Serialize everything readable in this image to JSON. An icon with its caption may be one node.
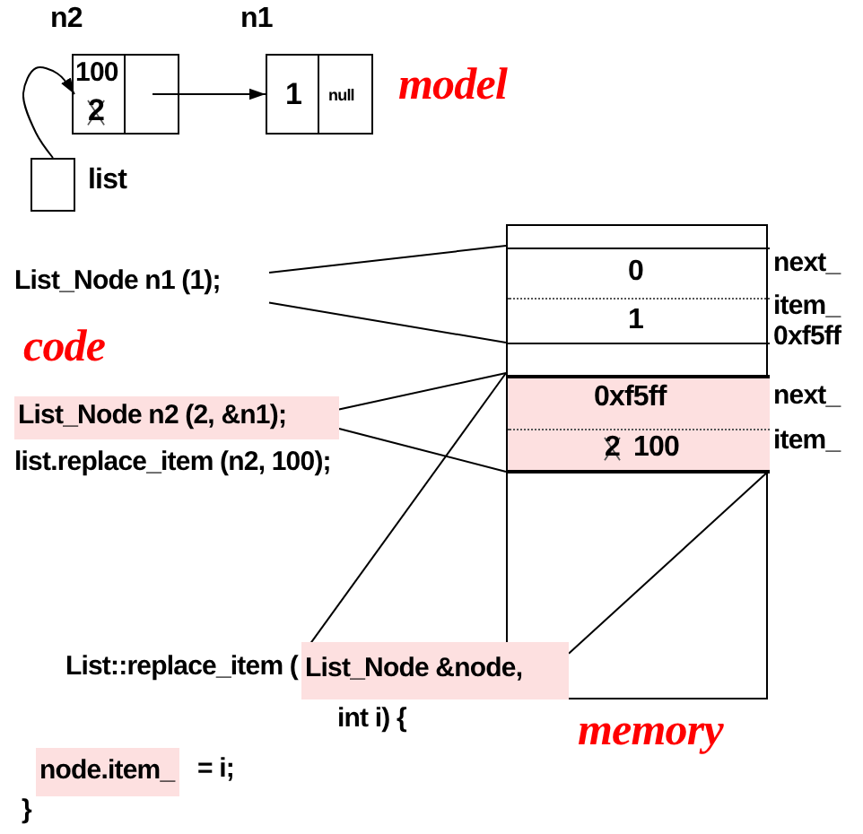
{
  "diagram": {
    "nodes": [
      {
        "text": [
          "n2"
        ]
      },
      {
        "text": [
          "100",
          "2"
        ],
        "in": 0
      },
      {
        "text": [],
        "shape": "box",
        "in": 0
      },
      {
        "text": [
          "n1"
        ]
      },
      {
        "text": [
          "1"
        ],
        "in": 3
      },
      {
        "text": [
          "null"
        ],
        "in": 3
      },
      {
        "text": [],
        "shape": "box",
        "beside": [
          "list"
        ]
      },
      {
        "text": [],
        "shape": "box"
      },
      {
        "text": [
          "0",
          "1"
        ],
        "in": 7
      },
      {
        "text": [
          "0xf5ff",
          "2",
          "100"
        ],
        "in": 7
      },
      {
        "text": [
          "List_Node n1 (1);"
        ]
      },
      {
        "text": [
          "List_Node n2 (2, &n1);"
        ]
      },
      {
        "text": [
          "List_Node &node,"
        ]
      }
    ],
    "edges": [
      {
        "from": 2,
        "to": 3,
        "arrow": "to"
      },
      {
        "from": 6,
        "to": 1,
        "arrow": "to"
      },
      {
        "from": 10,
        "to": 8,
        "arrow": "none"
      },
      {
        "from": 10,
        "to": 8,
        "arrow": "none"
      },
      {
        "from": 11,
        "to": 9,
        "arrow": "none"
      },
      {
        "from": 11,
        "to": 9,
        "arrow": "none"
      },
      {
        "from": 12,
        "to": 9,
        "arrow": "none"
      },
      {
        "from": 12,
        "to": 9,
        "arrow": "none"
      }
    ],
    "labels": [
      "model",
      "next_",
      "item_",
      "0xf5ff",
      "next_",
      "item_",
      "code",
      "list.replace_item (n2, 100);",
      "List::replace_item (",
      "int i) {",
      "memory",
      "node.item_",
      "= i;",
      "}"
    ]
  }
}
